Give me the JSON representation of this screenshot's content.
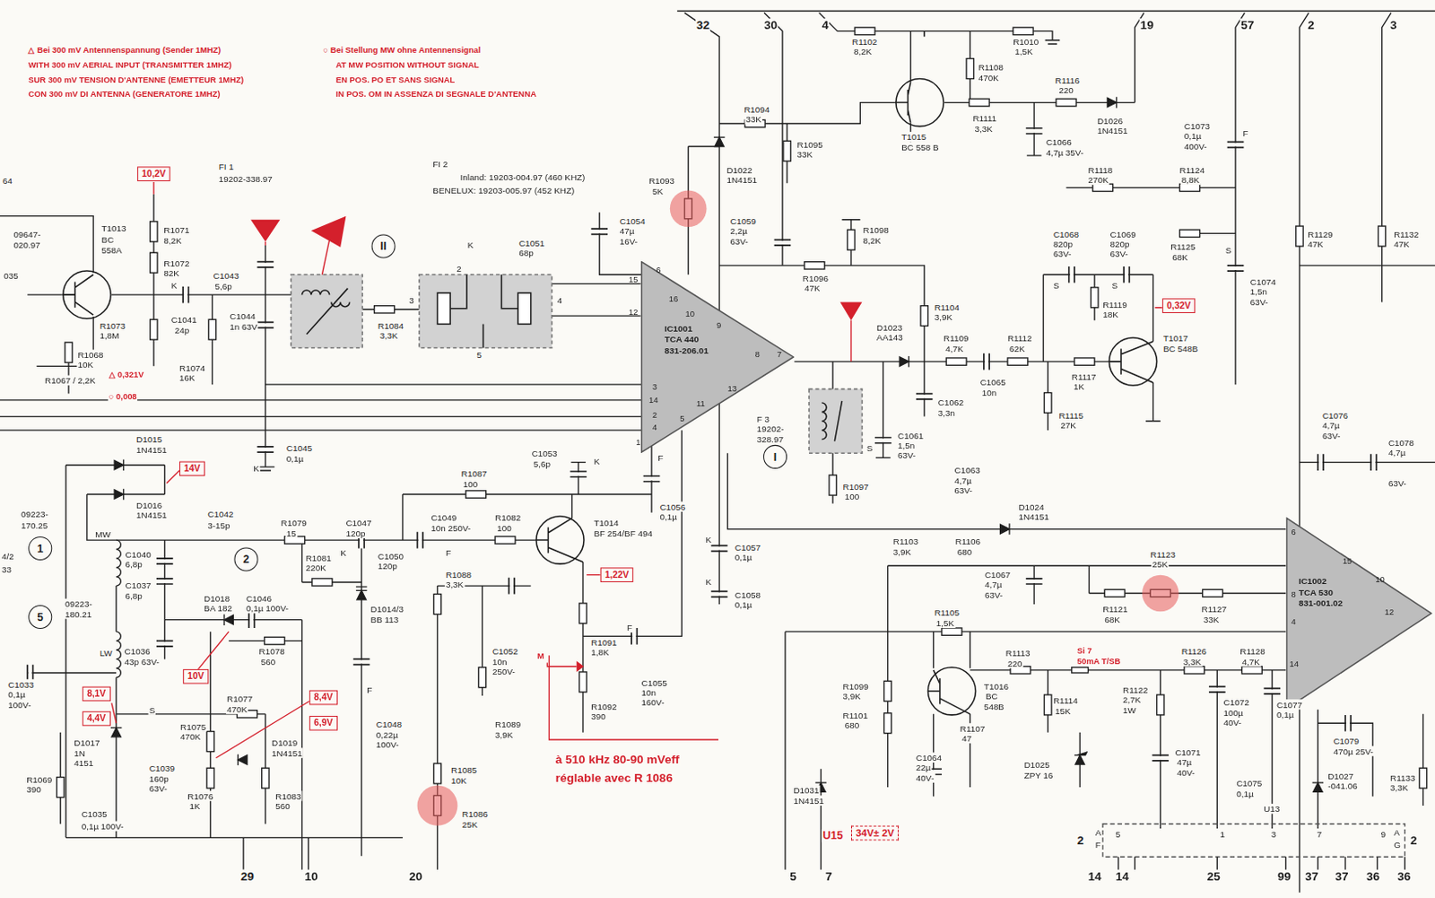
{
  "diagram": {
    "nodes": [
      {
        "text": [
          "10,2V"
        ]
      },
      {
        "text": [
          "II"
        ]
      },
      {
        "text": [
          "IC1001",
          "TCA 440",
          "831-206.01"
        ]
      },
      {
        "text": [
          "0,32V"
        ]
      },
      {
        "text": [
          "I"
        ]
      },
      {
        "text": [
          "14V"
        ]
      },
      {
        "text": [
          "1"
        ]
      },
      {
        "text": [
          "2"
        ]
      },
      {
        "text": [
          "1,22V"
        ]
      },
      {
        "text": [
          "5"
        ]
      },
      {
        "text": [
          "IC1002",
          "TCA 530",
          "831-001.02"
        ]
      },
      {
        "text": [
          "10V"
        ]
      },
      {
        "text": [
          "8,1V"
        ]
      },
      {
        "text": [
          "8,4V"
        ]
      },
      {
        "text": [
          "4,4V"
        ]
      },
      {
        "text": [
          "6,9V"
        ]
      },
      {
        "text": [
          "34V± 2V"
        ]
      }
    ],
    "edges": [
      {
        "from": 2,
        "to": 10,
        "arrow": "none"
      }
    ],
    "labels": [
      "△ Bei 300 mV Antennenspannung (Sender 1MHZ)",
      "WITH 300 mV AERIAL INPUT (TRANSMITTER 1MHZ)",
      "SUR 300 mV TENSION D'ANTENNE (EMETTEUR 1MHZ)",
      "CON 300 mV DI ANTENNA (GENERATORE 1MHZ)",
      "○ Bei Stellung MW ohne Antennensignal",
      "AT MW POSITION WITHOUT SIGNAL",
      "EN POS. PO ET SANS SIGNAL",
      "IN POS. OM IN ASSENZA DI SEGNALE D'ANTENNA",
      "32",
      "30",
      "4",
      "19",
      "57",
      "2",
      "3",
      "64",
      "09647-",
      "020.97",
      "T1013",
      "BC",
      "558A",
      "035",
      "R1071",
      "8,2K",
      "R1072",
      "82K",
      "R1073",
      "1,8M",
      "R1068",
      "10K",
      "R1067 / 2,2K",
      "△ 0,321V",
      "○ 0,008",
      "C1043",
      "5,6p",
      "K",
      "C1041",
      "24p",
      "R1074",
      "16K",
      "C1044",
      "1n 63V",
      "FI 1",
      "19202-338.97",
      "FI 2",
      "Inland: 19203-004.97 (460 KHZ)",
      "BENELUX: 19203-005.97 (452 KHZ)",
      "R1084",
      "3,3K",
      "C1051",
      "68p",
      "K",
      "2",
      "3",
      "4",
      "5",
      "C1054",
      "47µ",
      "16V-",
      "R1093",
      "5K",
      "C1045",
      "0,1µ",
      "K",
      "15",
      "12",
      "6",
      "16",
      "10",
      "3",
      "14",
      "2",
      "4",
      "1",
      "5",
      "11",
      "9",
      "8",
      "7",
      "13",
      "R1094",
      "33K",
      "D1022",
      "1N4151",
      "R1095",
      "33K",
      "R1102",
      "8,2K",
      "R1108",
      "470K",
      "R1010",
      "1,5K",
      "T1015",
      "BC 558 B",
      "R1111",
      "3,3K",
      "R1116",
      "220",
      "C1066",
      "4,7µ 35V-",
      "D1026",
      "1N4151",
      "C1073",
      "0,1µ",
      "400V-",
      "F",
      "R1118",
      "270K",
      "R1124",
      "8,8K",
      "C1059",
      "2,2µ",
      "63V-",
      "R1098",
      "8,2K",
      "R1096",
      "47K",
      "C1068",
      "820p",
      "63V-",
      "S",
      "C1069",
      "820p",
      "63V-",
      "S",
      "R1125",
      "68K",
      "C1074",
      "1,5n",
      "63V-",
      "S",
      "R1129",
      "47K",
      "R1132",
      "47K",
      "R1119",
      "18K",
      "R1104",
      "3,9K",
      "D1023",
      "AA143",
      "R1109",
      "4,7K",
      "R1112",
      "62K",
      "C1065",
      "10n",
      "C1062",
      "3,3n",
      "R1117",
      "1K",
      "T1017",
      "BC 548B",
      "R1115",
      "27K",
      "F 3",
      "19202-",
      "328.97",
      "C1061",
      "1,5n",
      "63V-",
      "S",
      "R1097",
      "100",
      "C1063",
      "4,7µ",
      "63V-",
      "D1024",
      "1N4151",
      "R1103",
      "3,9K",
      "R1106",
      "680",
      "C1057",
      "0,1µ",
      "K",
      "C1058",
      "0,1µ",
      "K",
      "C1076",
      "4,7µ",
      "63V-",
      "C1078",
      "4,7µ",
      "63V-",
      "R1123",
      "25K",
      "C1067",
      "4,7µ",
      "63V-",
      "R1121",
      "68K",
      "R1127",
      "33K",
      "6",
      "15",
      "10",
      "8",
      "4",
      "14",
      "12",
      "R1105",
      "1,5K",
      "R1099",
      "3,9K",
      "R1101",
      "680",
      "T1016",
      "BC",
      "548B",
      "R1113",
      "220",
      "Si 7",
      "50mA T/SB",
      "R1107",
      "47",
      "R1114",
      "15K",
      "R1126",
      "3,3K",
      "R1128",
      "4,7K",
      "R1122",
      "2,7K",
      "1W",
      "C1072",
      "100µ",
      "40V-",
      "C1077",
      "0,1µ",
      "C1079",
      "470µ 25V-",
      "C1064",
      "22µ",
      "40V-",
      "D1025",
      "ZPY 16",
      "C1071",
      "47µ",
      "40V-",
      "C1075",
      "0,1µ",
      "D1027",
      "-041.06",
      "R1133",
      "3,3K",
      "U13",
      "D1031",
      "1N4151",
      "U15",
      "5",
      "7",
      "14",
      "14",
      "25",
      "99",
      "37",
      "37",
      "36",
      "36",
      "2",
      "A",
      "F",
      "5",
      "1",
      "3",
      "7",
      "9",
      "A",
      "G",
      "2",
      "D1015",
      "1N4151",
      "D1016",
      "1N4151",
      "09223-",
      "170.25",
      "4/2",
      "33",
      "MW",
      "C1040",
      "6,8p",
      "C1037",
      "6,8p",
      "C1042",
      "3-15p",
      "R1079",
      "15",
      "R1081",
      "220K",
      "C1047",
      "120p",
      "K",
      "C1050",
      "120p",
      "C1049",
      "10n 250V-",
      "F",
      "R1087",
      "100",
      "R1082",
      "100",
      "C1053",
      "5,6p",
      "K",
      "T1014",
      "BF 254/BF 494",
      "R1088",
      "3,3K",
      "D1014/3",
      "BB 113",
      "C1046",
      "0,1µ 100V-",
      "09223-",
      "180.21",
      "LW",
      "D1018",
      "BA 182",
      "C1036",
      "43p 63V-",
      "R1078",
      "560",
      "R1077",
      "470K",
      "S",
      "C1039",
      "160p",
      "63V-",
      "R1075",
      "470K",
      "R1076",
      "1K",
      "D1019",
      "1N4151",
      "R1083",
      "560",
      "D1017",
      "1N",
      "4151",
      "C1033",
      "0,1µ",
      "100V-",
      "R1069",
      "390",
      "C1035",
      "0,1µ 100V-",
      "C1048",
      "0,22µ",
      "100V-",
      "F",
      "C1052",
      "10n",
      "250V-",
      "R1089",
      "3,9K",
      "R1091",
      "1,8K",
      "M",
      "C1055",
      "10n",
      "160V-",
      "F",
      "R1092",
      "390",
      "à 510 kHz 80-90 mVeff",
      "réglable avec R 1086",
      "R1085",
      "10K",
      "R1086",
      "25K",
      "C1056",
      "0,1µ",
      "F",
      "29",
      "10",
      "20"
    ]
  }
}
